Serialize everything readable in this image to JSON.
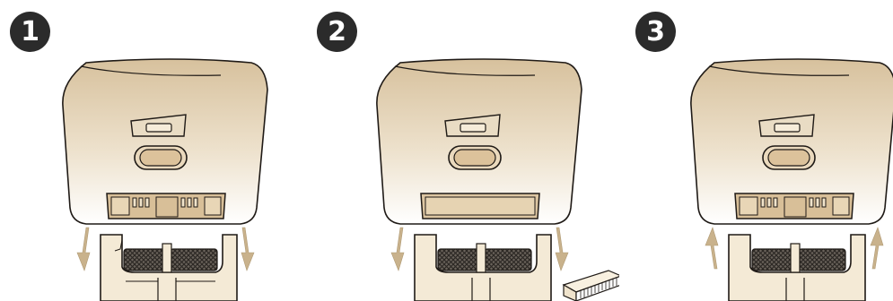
{
  "steps": [
    {
      "number": "1",
      "arrow_direction": "down",
      "shows_loose_part": false
    },
    {
      "number": "2",
      "arrow_direction": "down",
      "shows_loose_part": true
    },
    {
      "number": "3",
      "arrow_direction": "up",
      "shows_loose_part": false
    }
  ],
  "colors": {
    "badge": "#2b2b2b",
    "body_top": "#d9c4a1",
    "body_bottom": "#ffffff",
    "arrow": "#c9b28c",
    "base": "#f4ead6",
    "outline": "#1f1a16",
    "mesh": "#4a4540"
  }
}
